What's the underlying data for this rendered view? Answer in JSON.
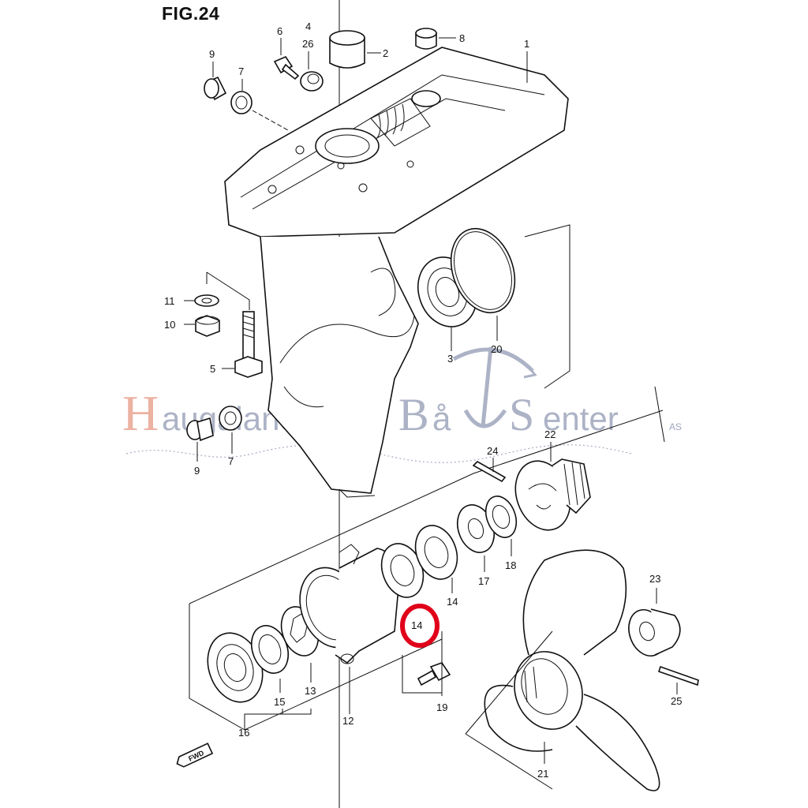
{
  "figure": {
    "title": "FIG.24"
  },
  "watermark": {
    "first_letter": "H",
    "word1": "augaland",
    "word2_first": "B",
    "word2_rest": "å",
    "word3_first": "S",
    "word3_rest": "enter",
    "suffix": "AS"
  },
  "labels": {
    "p1": "1",
    "p2": "2",
    "p3": "3",
    "p4": "4",
    "p26": "26",
    "p5": "5",
    "p6": "6",
    "p7a": "7",
    "p7b": "7",
    "p8": "8",
    "p9a": "9",
    "p9b": "9",
    "p10": "10",
    "p11": "11",
    "p12": "12",
    "p13": "13",
    "p14a": "14",
    "p14b": "14",
    "p15": "15",
    "p16": "16",
    "p17": "17",
    "p18": "18",
    "p19": "19",
    "p20": "20",
    "p21": "21",
    "p22": "22",
    "p23": "23",
    "p24": "24",
    "p25": "25"
  },
  "fwd_label": "FWD",
  "highlight_color": "#e0001a"
}
